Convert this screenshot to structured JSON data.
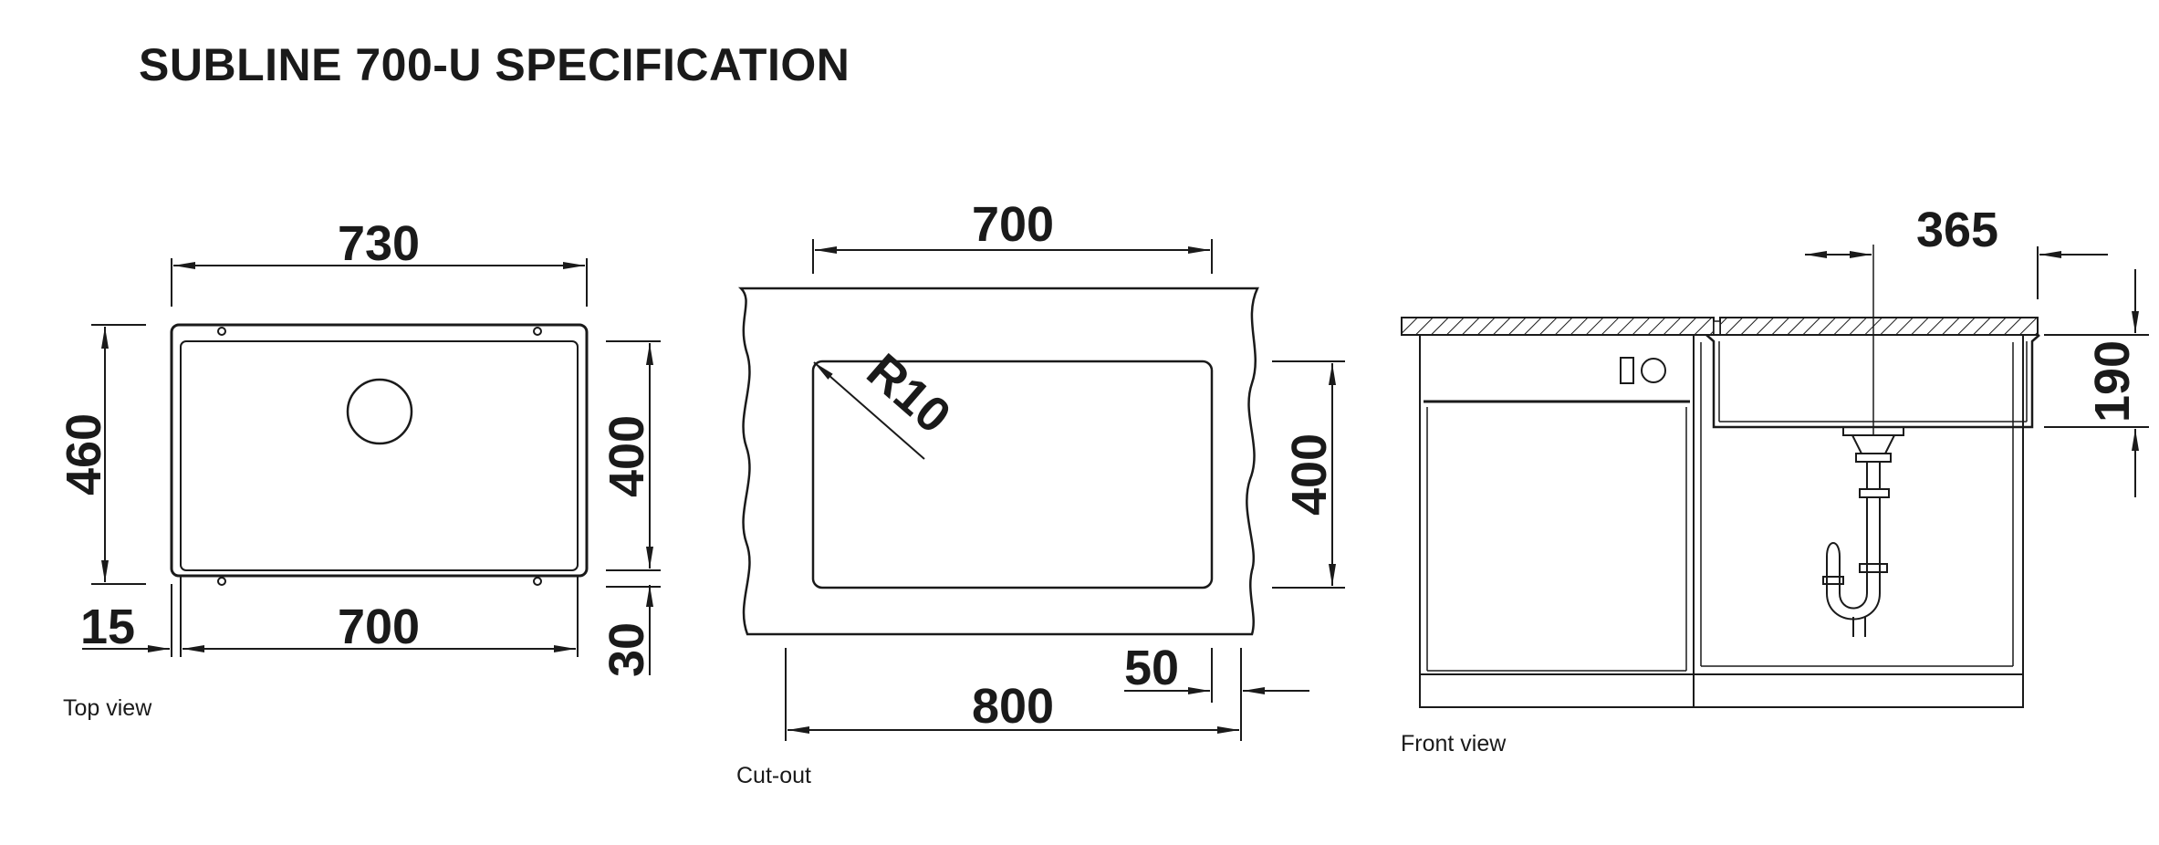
{
  "title": "SUBLINE 700-U SPECIFICATION",
  "top_view": {
    "caption": "Top view",
    "dims": {
      "overall_width": "730",
      "bowl_width": "700",
      "overall_depth": "460",
      "bowl_depth": "400",
      "side_offset": "15",
      "bottom_offset": "30"
    }
  },
  "cut_out": {
    "caption": "Cut-out",
    "dims": {
      "opening_width": "700",
      "radius": "R10",
      "opening_depth": "400",
      "cabinet_width": "800",
      "side_clearance": "50"
    }
  },
  "front_view": {
    "caption": "Front view",
    "dims": {
      "drain_offset": "365",
      "bowl_height": "190"
    }
  }
}
